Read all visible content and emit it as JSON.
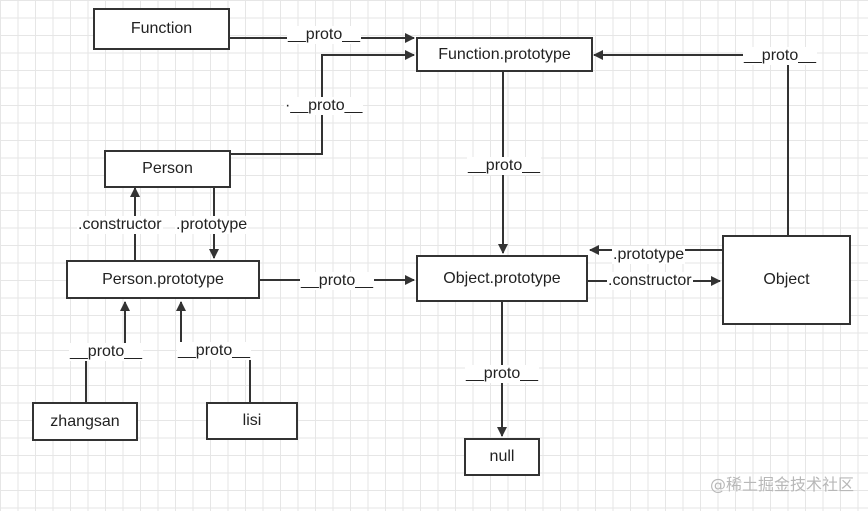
{
  "nodes": {
    "function": "Function",
    "function_prototype": "Function.prototype",
    "person": "Person",
    "person_prototype": "Person.prototype",
    "object_prototype": "Object.prototype",
    "object": "Object",
    "zhangsan": "zhangsan",
    "lisi": "lisi",
    "null": "null"
  },
  "edges": {
    "function_to_fn_proto": "__proto__",
    "object_to_fn_proto": "__proto__",
    "person_to_fn_proto": "·__proto__",
    "fn_proto_to_obj_proto": "__proto__",
    "person_constructor": ".constructor",
    "person_prototype": ".prototype",
    "person_proto_to_obj_proto": "__proto__",
    "object_prototype": ".prototype",
    "object_constructor": ".constructor",
    "zhangsan_proto": "__proto__",
    "lisi_proto": "__proto__",
    "obj_proto_to_null": "__proto__"
  },
  "watermark": "@稀土掘金技术社区"
}
